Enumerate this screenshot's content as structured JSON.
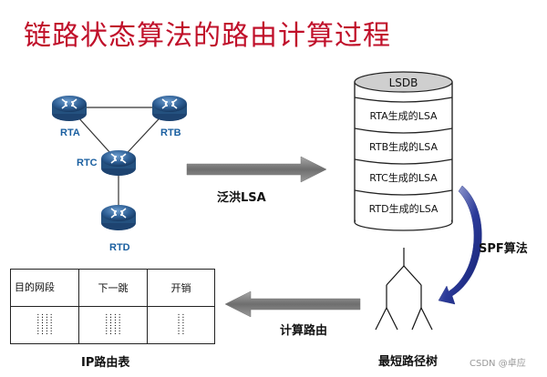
{
  "title": "链路状态算法的路由计算过程",
  "routers": [
    "RTA",
    "RTB",
    "RTC",
    "RTD"
  ],
  "flood_label": "泛洪LSA",
  "lsdb": {
    "header": "LSDB",
    "entries": [
      "RTA生成的LSA",
      "RTB生成的LSA",
      "RTC生成的LSA",
      "RTD生成的LSA"
    ]
  },
  "spf_label": "SPF算法",
  "shortest_tree_label": "最短路径树",
  "compute_route_label": "计算路由",
  "route_table": {
    "caption": "IP路由表",
    "headers": [
      "目的网段",
      "下一跳",
      "开销"
    ]
  },
  "watermark": "CSDN @卓应",
  "colors": {
    "title": "#c0102a",
    "router_label": "#1a5fa0",
    "spf_arrow": "#1b2a80",
    "gray_arrow": "#7a7a7a"
  }
}
